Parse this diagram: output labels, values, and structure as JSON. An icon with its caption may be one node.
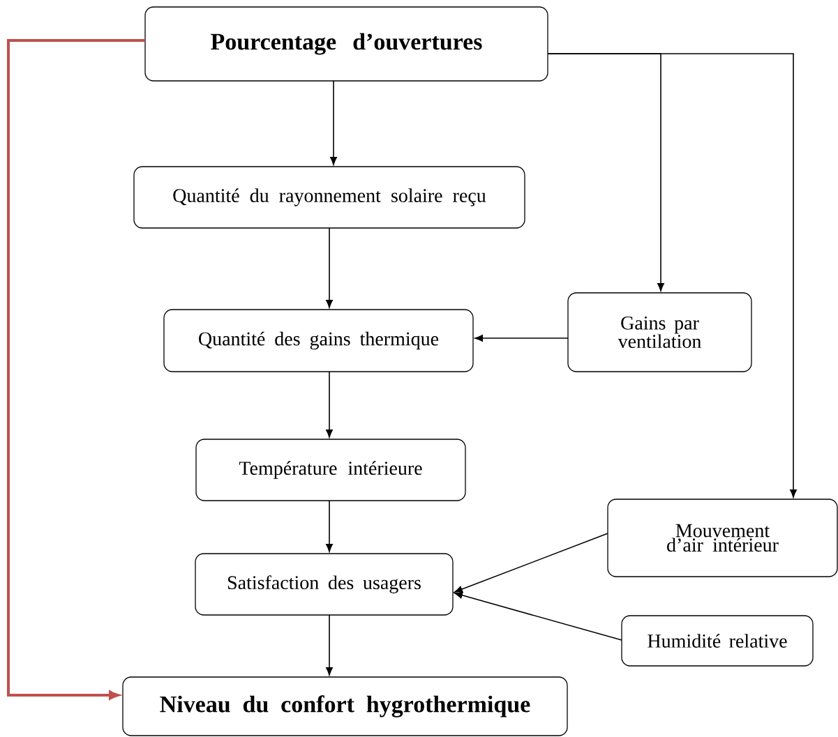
{
  "diagram": {
    "nodes": [
      {
        "text": [
          "Pourcentage d’ouvertures"
        ]
      },
      {
        "text": [
          "Quantité du rayonnement solaire reçu"
        ]
      },
      {
        "text": [
          "Quantité des gains thermique"
        ]
      },
      {
        "text": [
          "Gains par ventilation"
        ]
      },
      {
        "text": [
          "Température intérieure"
        ]
      },
      {
        "text": [
          "Mouvement d’air intérieur"
        ]
      },
      {
        "text": [
          "Satisfaction des usagers"
        ]
      },
      {
        "text": [
          "Humidité relative"
        ]
      },
      {
        "text": [
          "Niveau du confort hygrothermique"
        ]
      }
    ],
    "edges": [
      {
        "from": 0,
        "to": 1,
        "arrow": "to"
      },
      {
        "from": 0,
        "to": 3,
        "arrow": "to"
      },
      {
        "from": 0,
        "to": 5,
        "arrow": "to"
      },
      {
        "from": 1,
        "to": 2,
        "arrow": "to"
      },
      {
        "from": 3,
        "to": 2,
        "arrow": "to"
      },
      {
        "from": 2,
        "to": 4,
        "arrow": "to"
      },
      {
        "from": 4,
        "to": 6,
        "arrow": "to"
      },
      {
        "from": 5,
        "to": 6,
        "arrow": "to"
      },
      {
        "from": 7,
        "to": 6,
        "arrow": "to"
      },
      {
        "from": 6,
        "to": 8,
        "arrow": "to"
      },
      {
        "from": 0,
        "to": 8,
        "arrow": "to",
        "style": "thick",
        "color": "#c0504d"
      }
    ]
  }
}
